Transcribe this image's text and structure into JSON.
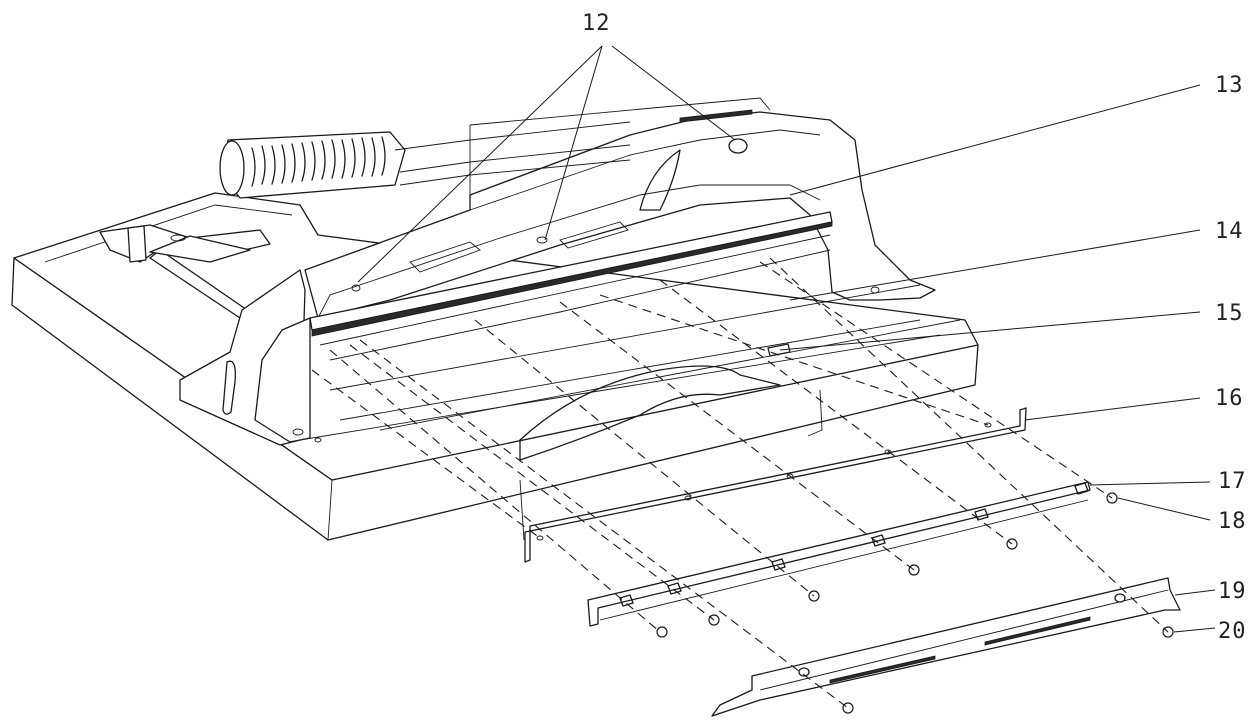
{
  "labels": {
    "l12": "12",
    "l13": "13",
    "l14": "14",
    "l15": "15",
    "l16": "16",
    "l17": "17",
    "l18": "18",
    "l19": "19",
    "l20": "20"
  },
  "colors": {
    "line": "#1a1a1a",
    "background": "#ffffff"
  }
}
